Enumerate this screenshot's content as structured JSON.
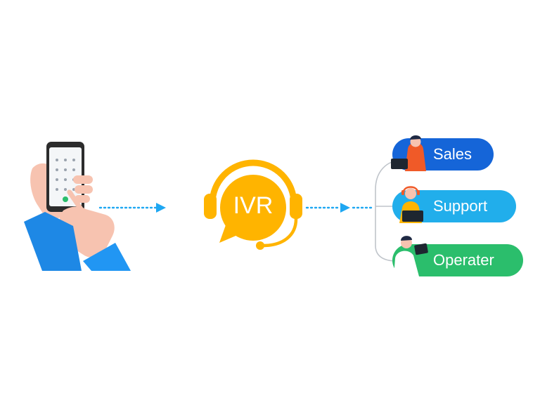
{
  "hub": {
    "label": "IVR",
    "color": "#FFB400"
  },
  "arrow_color": "#1EA7F2",
  "destinations": [
    {
      "label": "Sales",
      "color": "#1565D8"
    },
    {
      "label": "Support",
      "color": "#21AEEB"
    },
    {
      "label": "Operater",
      "color": "#2BBE6C"
    }
  ]
}
